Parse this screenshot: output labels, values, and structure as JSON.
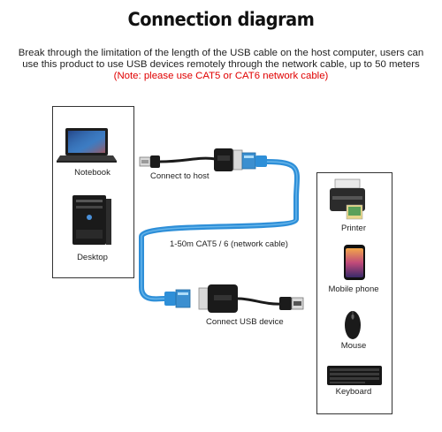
{
  "title": "Connection diagram",
  "description": "Break through the limitation of the length of the USB cable on the host computer, users can use this product to use USB devices remotely through the network cable, up to 50 meters",
  "note": "(Note: please use CAT5 or CAT6 network cable)",
  "left_devices": [
    "Notebook",
    "Desktop"
  ],
  "right_devices": [
    "Printer",
    "Mobile phone",
    "Mouse",
    "Keyboard"
  ],
  "labels": {
    "connect_host": "Connect to host",
    "cable": "1-50m CAT5 / 6 (network cable)",
    "connect_usb": "Connect USB device"
  },
  "colors": {
    "cable": "#2e8fd8",
    "note": "#e00000"
  }
}
